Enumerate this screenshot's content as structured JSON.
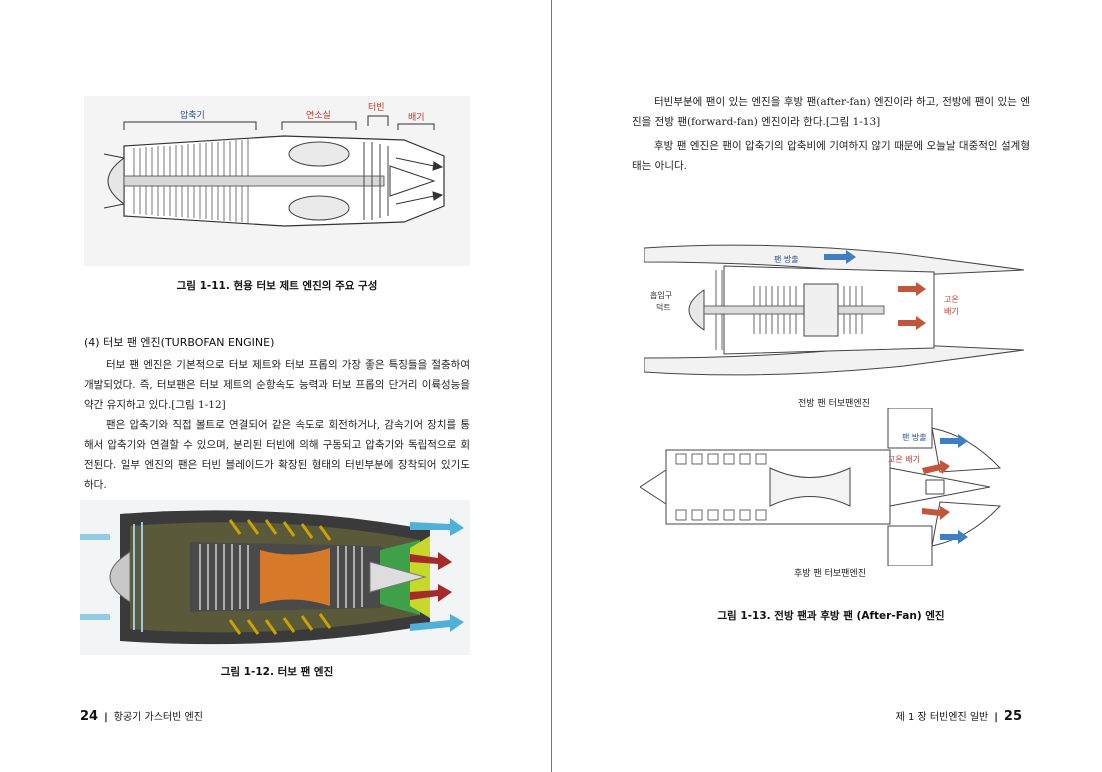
{
  "left_page": {
    "fig11": {
      "labels": {
        "compressor": "압축기",
        "combustor": "연소실",
        "turbine": "터빈",
        "exhaust": "배기"
      },
      "caption": "그림 1-11. 현용 터보 제트 엔진의 주요 구성"
    },
    "section_heading": "(4) 터보 팬 엔진(TURBOFAN ENGINE)",
    "para1": "터보 팬 엔진은 기본적으로 터보 제트와 터보 프롭의 가장 좋은 특징들을 절충하여 개발되었다. 즉, 터보팬은 터보 제트의 순항속도 능력과 터보 프롭의 단거리 이륙성능을 약간 유지하고 있다.[그림 1-12]",
    "para2": "팬은 압축기와 직접 볼트로 연결되어 같은 속도로 회전하거나, 감속기어 장치를 통해서 압축기와 연결할 수 있으며, 분리된 터빈에 의해 구동되고 압축기와 독립적으로 회전된다. 일부 엔진의 팬은 터빈 블레이드가 확장된 형태의 터빈부분에 장착되어 있기도 하다.",
    "fig12": {
      "caption": "그림 1-12. 터보 팬 엔진"
    },
    "footer": {
      "page_number": "24",
      "book_title": "항공기 가스터빈 엔진"
    }
  },
  "right_page": {
    "para1": "터빈부분에 팬이 있는 엔진을 후방 팬(after-fan) 엔진이라 하고, 전방에 팬이 있는 엔진을 전방 팬(forward-fan) 엔진이라 한다.[그림 1-13]",
    "para2": "후방 팬 엔진은 팬이 압축기의 압축비에 기여하지 않기 때문에 오늘날 대중적인 설계형태는 아니다.",
    "fig13": {
      "forward": {
        "fan_exhaust": "팬 방출",
        "intake_duct": [
          "흡입구",
          "덕트"
        ],
        "hot_exhaust": [
          "고온",
          "배기"
        ],
        "title": "전방 팬 터보팬엔진"
      },
      "aft": {
        "fan_exhaust": "팬 방출",
        "hot_exhaust": "고온 배기",
        "title": "후방 팬 터보팬엔진"
      },
      "caption": "그림 1-13. 전방 팬과 후방 팬 (After-Fan) 엔진"
    },
    "footer": {
      "chapter": "제 1 장 터빈엔진 일반",
      "page_number": "25"
    }
  },
  "colors": {
    "blue_arrow": "#3f7fc0",
    "red_arrow": "#c2553b",
    "label_red": "#c0392b",
    "label_blue": "#2a4f9a"
  }
}
